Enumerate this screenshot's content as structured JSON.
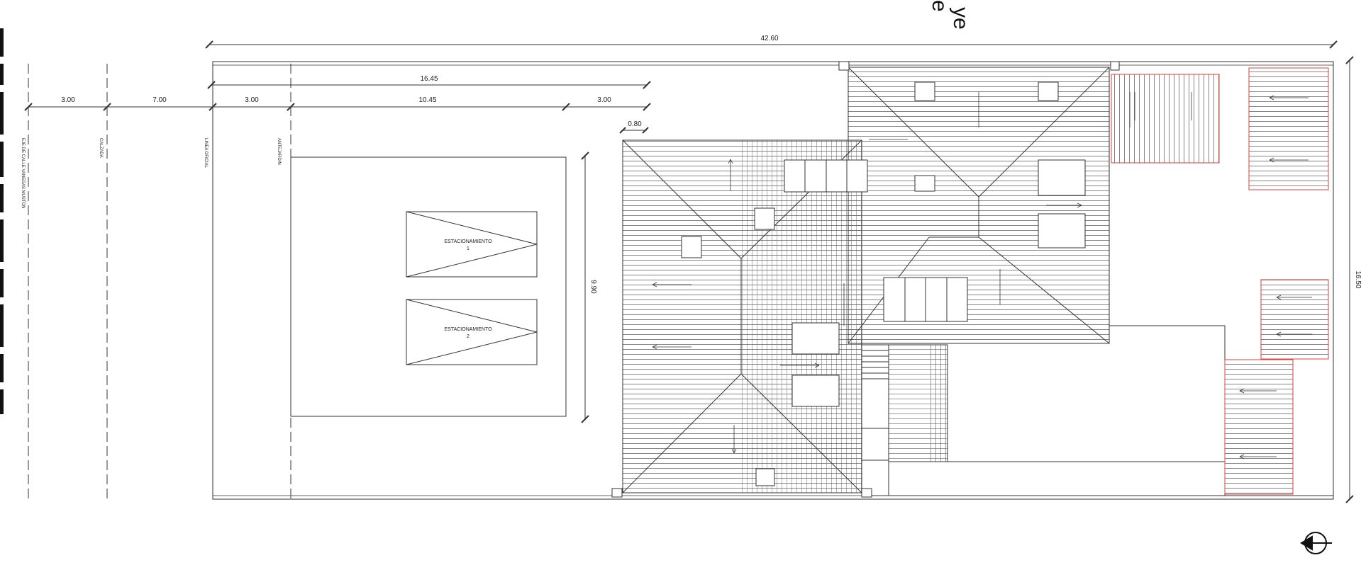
{
  "header": {
    "line1": "ye",
    "line2": "e"
  },
  "dimensions": {
    "overall_length": "42.60",
    "overall_width": "16.50",
    "sub_total": "16.45",
    "seg1": "3.00",
    "seg2": "7.00",
    "seg3": "3.00",
    "seg4": "10.45",
    "seg5": "3.00",
    "small": "0.80",
    "parking_depth": "9.90"
  },
  "axis_labels": {
    "street_axis": "EJE DE CALLE VANEGAS MUSTON",
    "roadway": "CALZADA",
    "official_line": "LINEA OFICIAL",
    "front_garden": "ANTEJARDIN"
  },
  "parking": [
    {
      "label": "ESTACIONAMIENTO",
      "number": "1"
    },
    {
      "label": "ESTACIONAMIENTO",
      "number": "2"
    }
  ],
  "north_icon": "north-arrow-icon",
  "colors": {
    "line": "#333333",
    "hatch": "#555555",
    "red": "#d94040"
  }
}
